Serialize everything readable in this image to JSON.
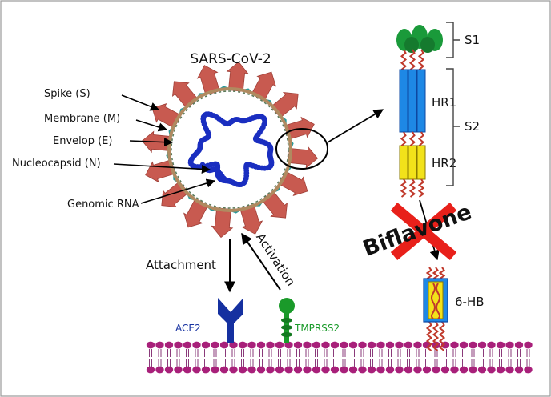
{
  "title": "SARS-CoV-2",
  "virus_labels": {
    "spike": "Spike (S)",
    "membrane": "Membrane (M)",
    "envelop": "Envelop (E)",
    "nucleocapsid": "Nucleocapsid (N)",
    "genomic_rna": "Genomic RNA"
  },
  "spike_protein": {
    "s1": "S1",
    "s2": "S2",
    "hr1": "HR1",
    "hr2": "HR2"
  },
  "process": {
    "attachment": "Attachment",
    "activation": "Activation"
  },
  "receptors": {
    "ace2": "ACE2",
    "tmprss2": "TMPRSS2"
  },
  "inhibitor": "Biflavone",
  "fusion_core": "6-HB",
  "colors": {
    "spike": "#c85a50",
    "rna": "#1a2ec0",
    "ace2": "#1530a0",
    "tmprss2": "#1a9a2a",
    "tmprss2_label": "#1a9a2a",
    "hr1": "#1e88e5",
    "hr2": "#f2e21a",
    "s1": "#1a9a3a",
    "cross": "#e8201a",
    "lipid": "#a8207a"
  }
}
